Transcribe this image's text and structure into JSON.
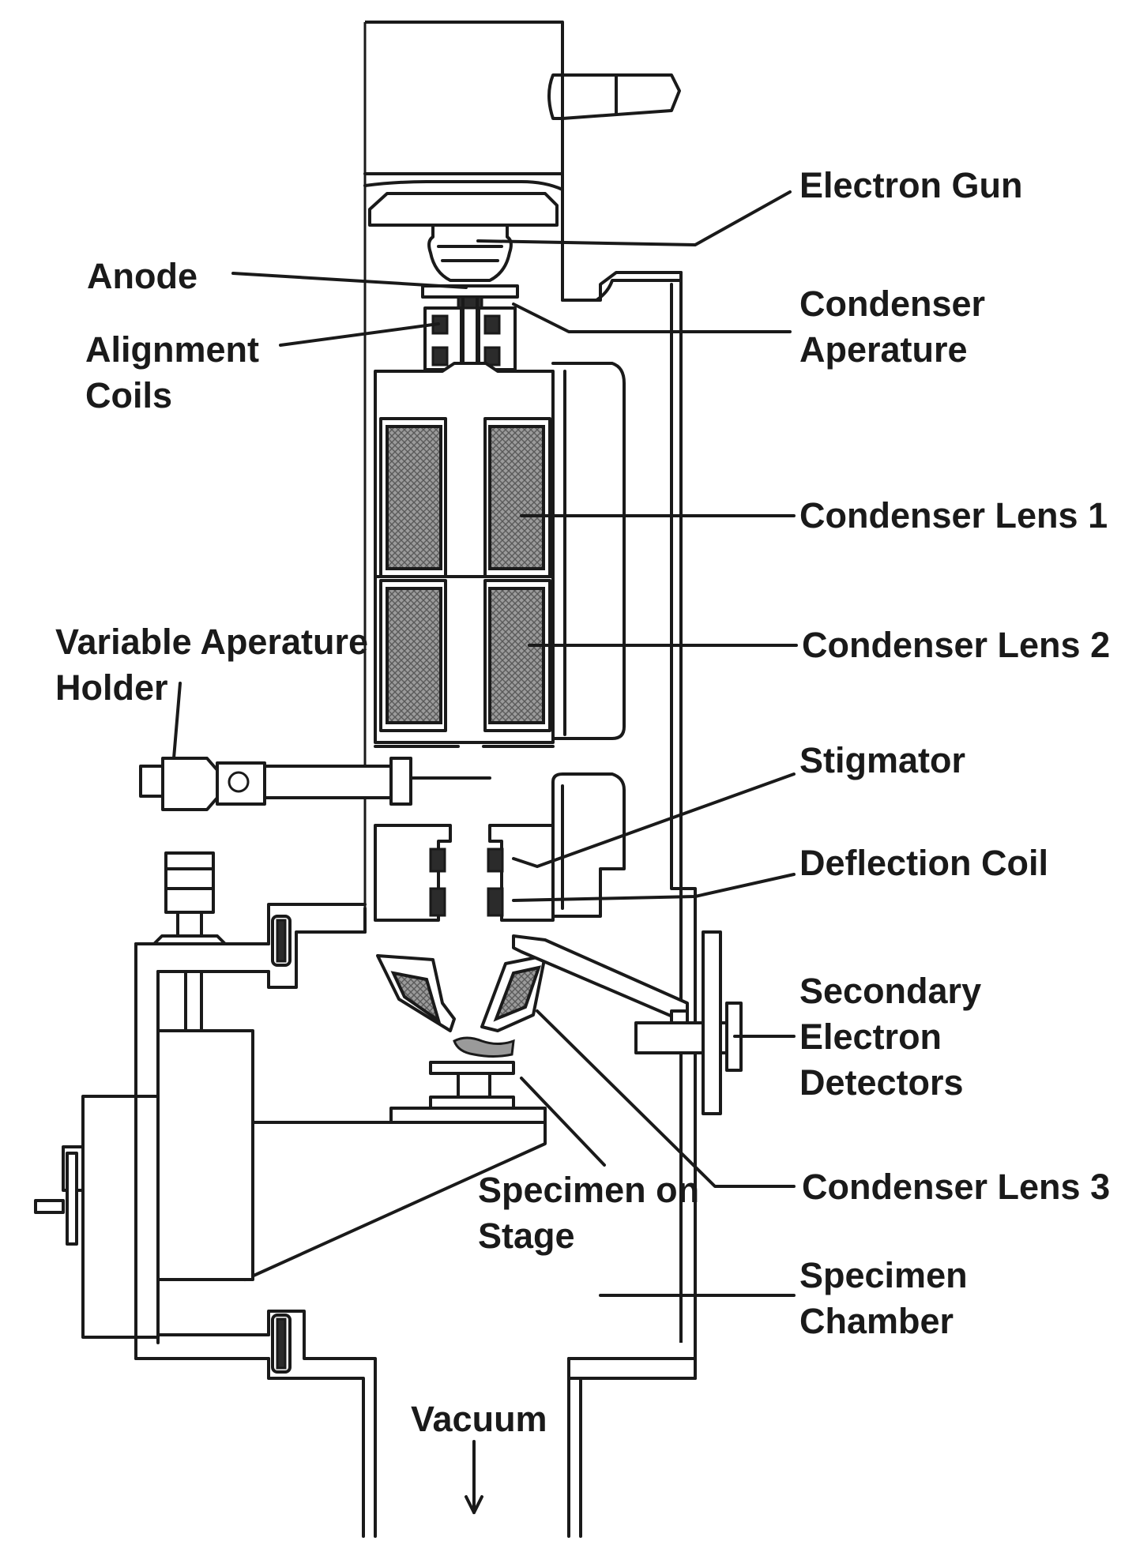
{
  "labels": {
    "electron_gun": "Electron Gun",
    "anode": "Anode",
    "condenser_aperture_1": "Condenser",
    "condenser_aperture_2": "Aperature",
    "alignment_coils_1": "Alignment",
    "alignment_coils_2": "Coils",
    "condenser_lens_1": "Condenser Lens 1",
    "condenser_lens_2": "Condenser Lens 2",
    "variable_aperture_holder_1": "Variable Aperature",
    "variable_aperture_holder_2": "Holder",
    "stigmator": "Stigmator",
    "deflection_coil": "Deflection Coil",
    "secondary_electron_detectors_1": "Secondary",
    "secondary_electron_detectors_2": "Electron",
    "secondary_electron_detectors_3": "Detectors",
    "condenser_lens_3": "Condenser Lens 3",
    "specimen_on_stage_1": "Specimen on",
    "specimen_on_stage_2": "Stage",
    "specimen_chamber_1": "Specimen",
    "specimen_chamber_2": "Chamber",
    "vacuum": "Vacuum"
  }
}
